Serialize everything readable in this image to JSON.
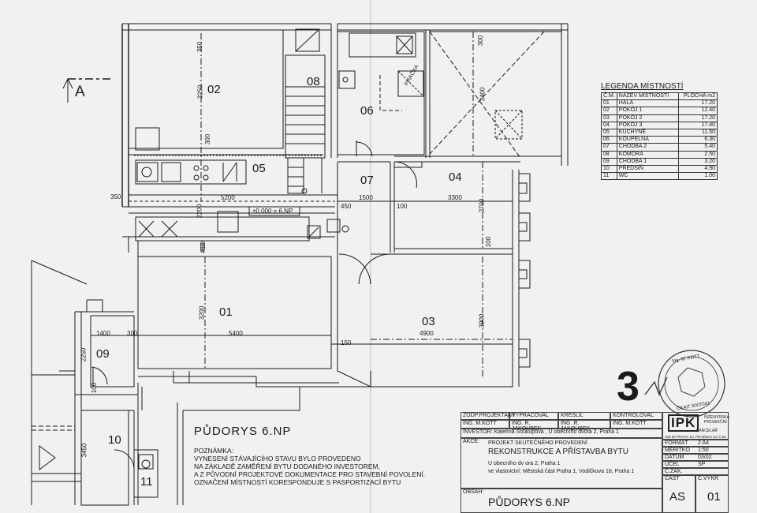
{
  "rooms": {
    "r01": "01",
    "r02": "02",
    "r03": "03",
    "r04": "04",
    "r05": "05",
    "r06": "06",
    "r07": "07",
    "r08": "08",
    "r09": "09",
    "r10": "10",
    "r11": "11"
  },
  "section_mark": "A",
  "level_mark": "±0.000 = 6.NP",
  "dimensions": {
    "d350_top": "350",
    "d3250": "3250",
    "d300_02": "300",
    "d350_left": "350",
    "d5200": "5200",
    "d2200": "2200",
    "d450_a": "450",
    "d1500": "1500",
    "d450_b": "450",
    "d100_a": "100",
    "d3300": "3300",
    "d2700": "2700",
    "d300_04": "300",
    "d3400": "3400",
    "d100_b": "100",
    "d450_c": "450",
    "d3200": "3200",
    "d5400": "5400",
    "d1400": "1400",
    "d300_09": "300",
    "d2250": "2250",
    "d100_c": "100",
    "d150": "150",
    "d4900": "4900",
    "d3900": "3900",
    "d3450": "3450"
  },
  "kitchen_label": "PRAČKA",
  "legend": {
    "title": "LEGENDA MÍSTNOSTÍ",
    "headers": [
      "Č.M.",
      "NÁZEV MÍSTNOSTI",
      "PLOCHA m2"
    ],
    "rows": [
      [
        "01",
        "HALA",
        "17.20"
      ],
      [
        "02",
        "POKOJ 1",
        "12.40"
      ],
      [
        "03",
        "POKOJ 2",
        "17.20"
      ],
      [
        "04",
        "POKOJ 3",
        "17.40"
      ],
      [
        "05",
        "KUCHYNĚ",
        "11.50"
      ],
      [
        "06",
        "KOUPELNA",
        "6.30"
      ],
      [
        "07",
        "CHODBA 2",
        "5.40"
      ],
      [
        "08",
        "KOMORA",
        "2.50"
      ],
      [
        "09",
        "CHODBA 1",
        "3.20"
      ],
      [
        "10",
        "PŘEDSÍŇ",
        "4.90"
      ],
      [
        "11",
        "WC",
        "1.00"
      ]
    ]
  },
  "sheet_number": "3",
  "plan_title": "PŮDORYS 6.NP",
  "notes": {
    "heading": "POZNÁMKA:",
    "lines": [
      "VYNESENÍ STÁVAJÍCÍHO STAVU BYLO PROVEDENO",
      "NA ZÁKLADĚ ZAMĚŘENÍ BYTU DODANÉHO INVESTOREM,",
      "A Z PŮVODNÍ PROJEKTOVÉ DOKUMENTACE PRO STAVEBNÍ POVOLENÍ.",
      "OZNAČENÍ MÍSTNOSTÍ KORESPONDUJE S PASPORTIZACÍ BYTU"
    ]
  },
  "title_block": {
    "zodp_label": "ZODP.PROJEKTANT",
    "zodp_name": "ING. M.KOTT",
    "vyprac_label": "VYPRACOVAL",
    "vyprac_name": "ING. R. JAKOUBEK",
    "kreslil_label": "KRESLIL",
    "kreslil_name": "ING. R. JAKOUBEK",
    "kontrol_label": "KONTROLOVAL",
    "kontrol_name": "ING. M.KOTT",
    "investor_label": "INVESTOR:",
    "investor_value": "Kateřina Soukupová , U obecního dvora 2, Praha 1",
    "akce_label": "AKCE:",
    "akce_line1": "PROJEKT SKUTEČNÉHO PROVEDENÍ",
    "akce_line2": "REKONSTRUKCE A PŘÍSTAVBA BYTU",
    "akce_line3": "U obecního dv ora 2, Praha 1",
    "akce_line4": "ve vlastnictví:  Městská část Praha 1, Vodičkova 18, Praha 1",
    "obsah_label": "OBSAH:",
    "obsah_value": "PŮDORYS 6.NP",
    "company": "IPK",
    "company_sub1": "INŽENÝRSKÁ",
    "company_sub2": "PROJEKČNÍ",
    "company_sub3": "KANCELÁŘ",
    "company_addr": "108 00 PRAHA 10, PRAŽSKÁ UL.Č.53",
    "format_label": "FORMÁT",
    "format_value": "2 A4",
    "meritko_label": "MĚŘÍTKO",
    "meritko_value": "1:50",
    "datum_label": "DATUM",
    "datum_value": "03/02",
    "ucel_label": "ÚČEL",
    "ucel_value": "SP",
    "czak_label": "Č.ZAK.",
    "czak_value": "",
    "cast_label": "ČÁST",
    "cast_value": "AS",
    "cvykr_label": "Č.VÝKR",
    "cvykr_value": "01"
  },
  "stamp": {
    "ring_text": "Ing. M. KOTT",
    "id_text": "ČKAIT 0007041"
  }
}
